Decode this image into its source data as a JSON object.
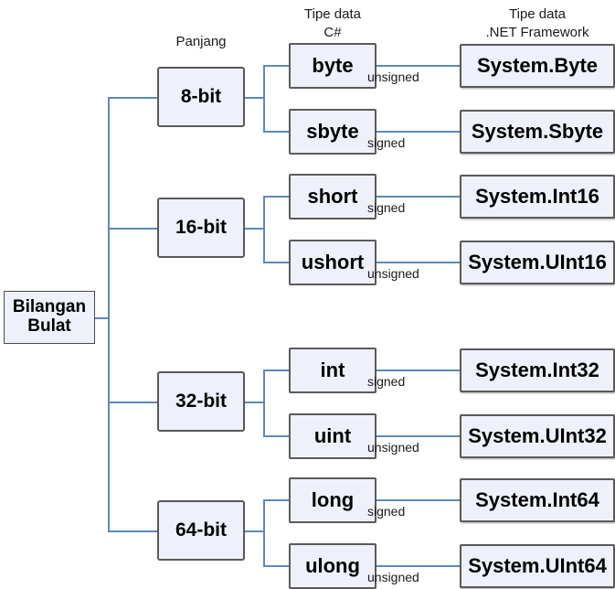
{
  "diagram": {
    "title": "Bilangan Bulat",
    "root": {
      "label": "Bilangan Bulat"
    },
    "columns": {
      "panjang": "Panjang",
      "csharp_line1": "Tipe data",
      "csharp_line2": "C#",
      "dotnet_line1": "Tipe data",
      "dotnet_line2": ".NET Framework"
    },
    "colors": {
      "connector": "#5b89bd",
      "box_fill": "#eef1f9",
      "box_border": "#5a5a5a",
      "text": "#000000"
    },
    "groups": [
      {
        "size_label": "8-bit",
        "types": [
          {
            "csharp": "byte",
            "signedness": "unsigned",
            "dotnet": "System.Byte"
          },
          {
            "csharp": "sbyte",
            "signedness": "signed",
            "dotnet": "System.Sbyte"
          }
        ]
      },
      {
        "size_label": "16-bit",
        "types": [
          {
            "csharp": "short",
            "signedness": "signed",
            "dotnet": "System.Int16"
          },
          {
            "csharp": "ushort",
            "signedness": "unsigned",
            "dotnet": "System.UInt16"
          }
        ]
      },
      {
        "size_label": "32-bit",
        "types": [
          {
            "csharp": "int",
            "signedness": "signed",
            "dotnet": "System.Int32"
          },
          {
            "csharp": "uint",
            "signedness": "unsigned",
            "dotnet": "System.UInt32"
          }
        ]
      },
      {
        "size_label": "64-bit",
        "types": [
          {
            "csharp": "long",
            "signedness": "signed",
            "dotnet": "System.Int64"
          },
          {
            "csharp": "ulong",
            "signedness": "unsigned",
            "dotnet": "System.UInt64"
          }
        ]
      }
    ]
  }
}
